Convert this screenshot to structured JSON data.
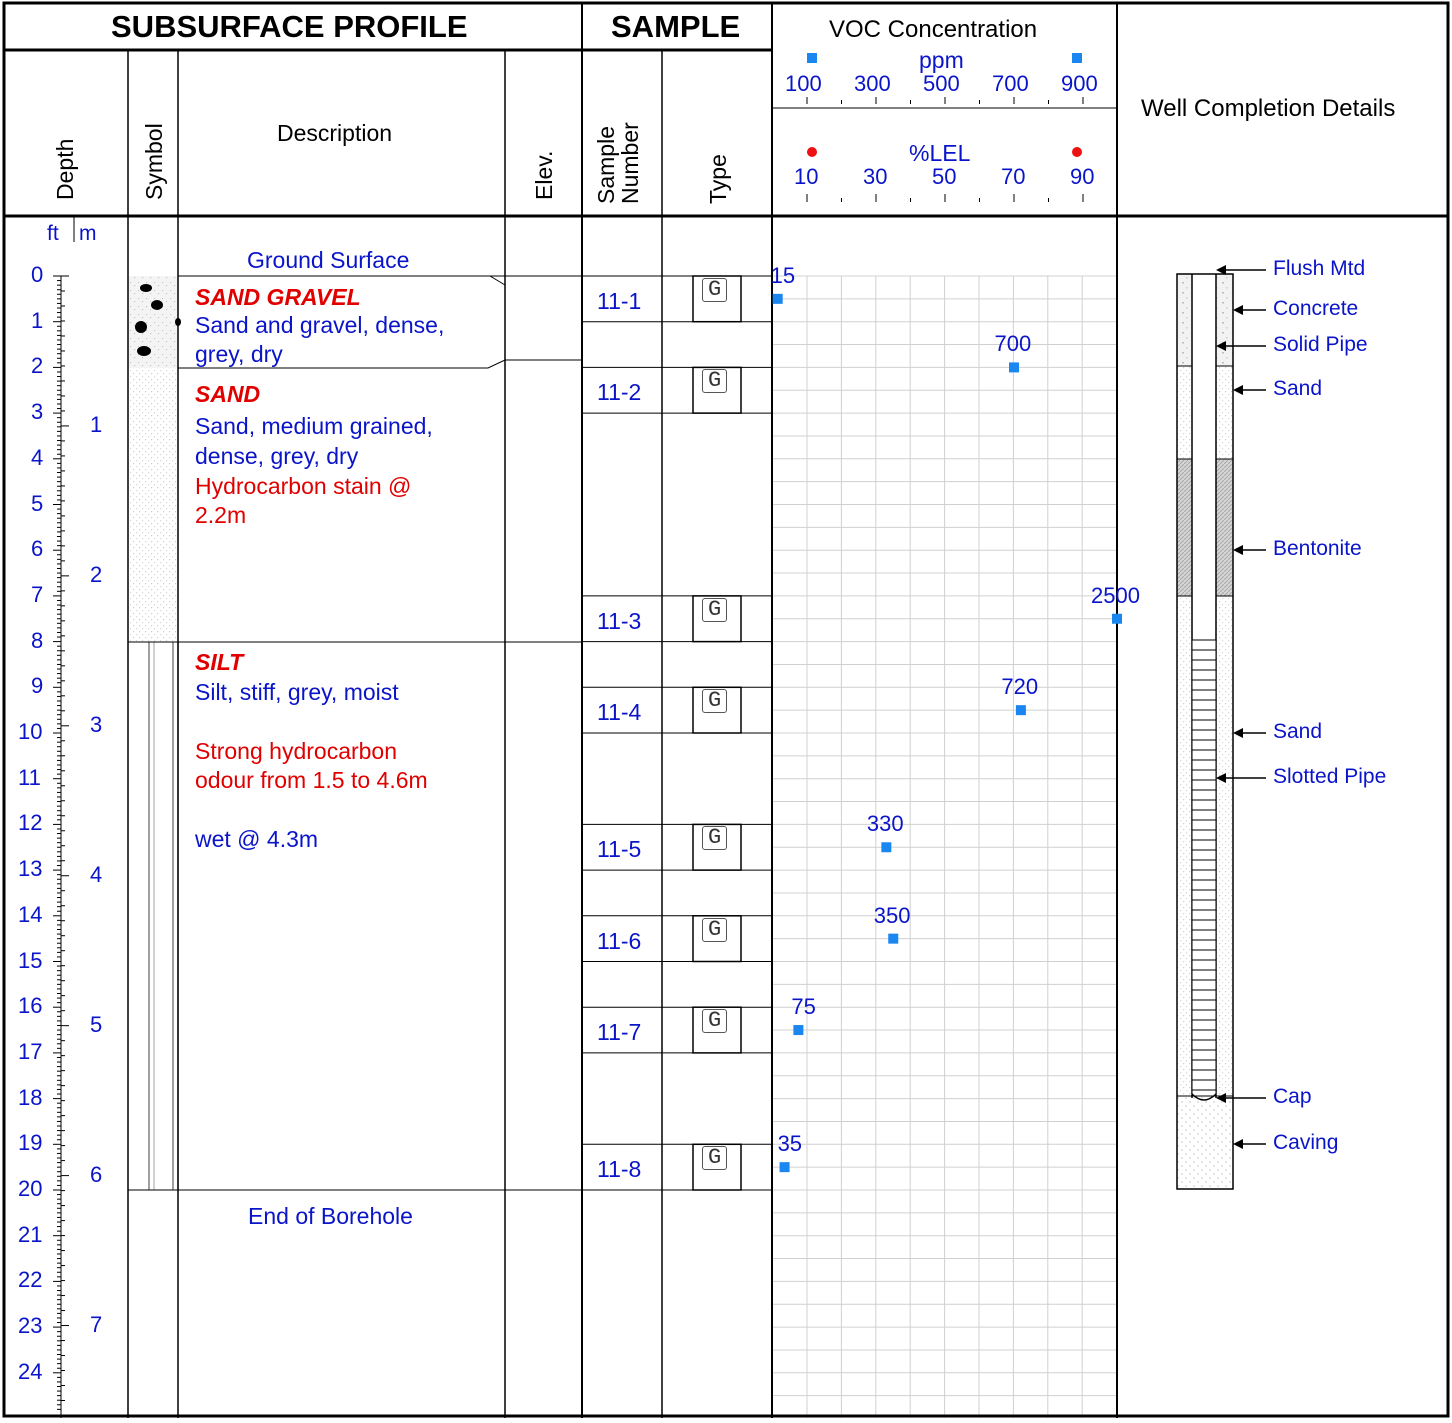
{
  "headers": {
    "subsurface_profile": "SUBSURFACE PROFILE",
    "sample": "SAMPLE",
    "voc": "VOC Concentration",
    "well": "Well Completion Details",
    "depth": "Depth",
    "symbol": "Symbol",
    "description": "Description",
    "elev": "Elev.",
    "sample_number": "Sample\nNumber",
    "type": "Type"
  },
  "voc_axes": {
    "ppm_label": "ppm",
    "ppm_ticks": [
      "100",
      "300",
      "500",
      "700",
      "900"
    ],
    "lel_label": "%LEL",
    "lel_ticks": [
      "10",
      "30",
      "50",
      "70",
      "90"
    ],
    "ppm_color": "#1a86f0",
    "lel_color": "#ee1111"
  },
  "units": {
    "ft": "ft",
    "m": "m"
  },
  "depth_ft_ticks": [
    "0",
    "1",
    "2",
    "3",
    "4",
    "5",
    "6",
    "7",
    "8",
    "9",
    "10",
    "11",
    "12",
    "13",
    "14",
    "15",
    "16",
    "17",
    "18",
    "19",
    "20",
    "21",
    "22",
    "23",
    "24"
  ],
  "depth_m_ticks": [
    "1",
    "2",
    "3",
    "4",
    "5",
    "6",
    "7"
  ],
  "strata": {
    "ground_surface": "Ground Surface",
    "end_of_borehole": "End of Borehole",
    "sand_gravel_title": "SAND GRAVEL",
    "sand_gravel_lines": [
      "Sand and gravel, dense,",
      "grey, dry"
    ],
    "sand_title": "SAND",
    "sand_lines": [
      "Sand, medium grained,",
      "dense, grey, dry"
    ],
    "sand_note_lines": [
      "Hydrocarbon stain @",
      "2.2m"
    ],
    "silt_title": "SILT",
    "silt_lines": [
      "Silt, stiff, grey, moist"
    ],
    "silt_note_lines": [
      "Strong hydrocarbon",
      "odour from 1.5 to 4.6m"
    ],
    "silt_wet": "wet @ 4.3m"
  },
  "samples": [
    {
      "id": "11-1",
      "type": "G"
    },
    {
      "id": "11-2",
      "type": "G"
    },
    {
      "id": "11-3",
      "type": "G"
    },
    {
      "id": "11-4",
      "type": "G"
    },
    {
      "id": "11-5",
      "type": "G"
    },
    {
      "id": "11-6",
      "type": "G"
    },
    {
      "id": "11-7",
      "type": "G"
    },
    {
      "id": "11-8",
      "type": "G"
    }
  ],
  "chart_data": {
    "type": "scatter",
    "title": "VOC Concentration",
    "xlabel": "ppm",
    "ylabel": "Depth (ft)",
    "points": [
      {
        "depth_ft": 0.5,
        "ppm": 15,
        "label": "15"
      },
      {
        "depth_ft": 2.0,
        "ppm": 700,
        "label": "700"
      },
      {
        "depth_ft": 7.5,
        "ppm": 2500,
        "label": "2500"
      },
      {
        "depth_ft": 9.5,
        "ppm": 720,
        "label": "720"
      },
      {
        "depth_ft": 12.5,
        "ppm": 330,
        "label": "330"
      },
      {
        "depth_ft": 14.5,
        "ppm": 350,
        "label": "350"
      },
      {
        "depth_ft": 16.5,
        "ppm": 75,
        "label": "75"
      },
      {
        "depth_ft": 19.5,
        "ppm": 35,
        "label": "35"
      }
    ],
    "grid": true
  },
  "well_labels": [
    "Flush Mtd",
    "Concrete",
    "Solid Pipe",
    "Sand",
    "Bentonite",
    "Sand",
    "Slotted Pipe",
    "Cap",
    "Caving"
  ]
}
